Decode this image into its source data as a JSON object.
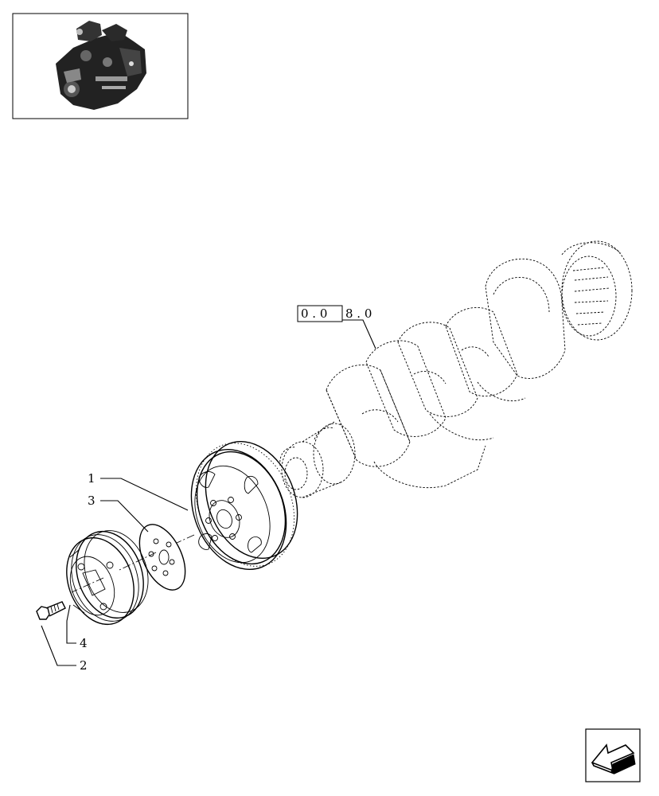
{
  "diagram": {
    "thumbnail": {
      "icon": "engine-thumbnail-icon"
    },
    "reference_box": {
      "boxed": "0.0",
      "rest": "8.0",
      "display": [
        "0 . 0",
        "8 . 0"
      ]
    },
    "callouts": [
      {
        "id": "1",
        "label": "1"
      },
      {
        "id": "3",
        "label": "3"
      },
      {
        "id": "4",
        "label": "4"
      },
      {
        "id": "2",
        "label": "2"
      }
    ],
    "nav_button": {
      "icon": "previous-page-arrow-icon"
    }
  }
}
